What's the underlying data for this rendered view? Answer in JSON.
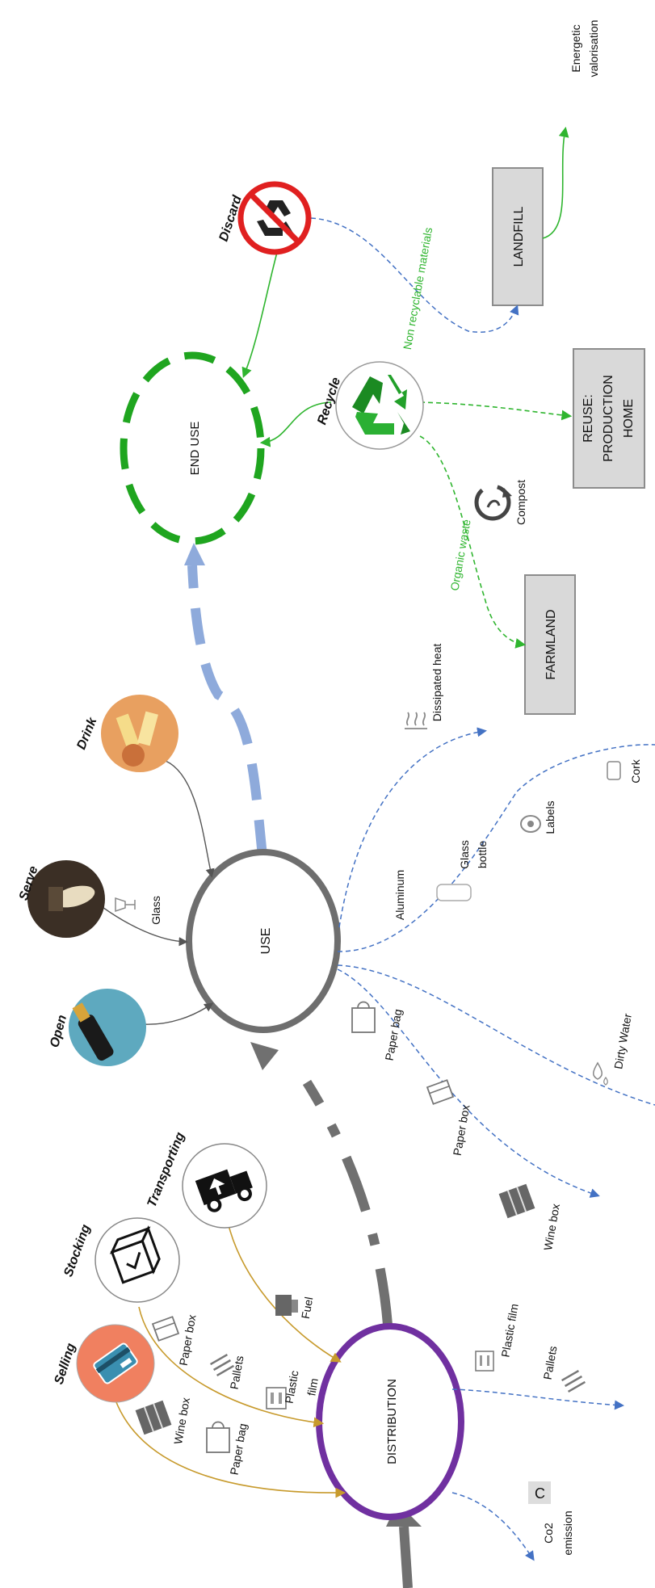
{
  "nodes": {
    "distribution": "DISTRIBUTION",
    "use": "USE",
    "end_use": "END USE",
    "landfill": "LANDFILL",
    "reuse_line1": "REUSE:",
    "reuse_line2": "PRODUCTION",
    "reuse_line3": "HOME",
    "farmland": "FARMLAND"
  },
  "actions": {
    "selling": "Selling",
    "stocking": "Stocking",
    "transporting": "Transporting",
    "open": "Open",
    "serve": "Serve",
    "drink": "Drink",
    "recycle": "Recycle",
    "discard": "Discard"
  },
  "inputs": {
    "wine_box": "Wine box",
    "paper_bag": "Paper bag",
    "paper_box": "Paper box",
    "pallets": "Pallets",
    "plastic": "Plastic",
    "film": "film",
    "fuel": "Fuel",
    "glass": "Glass"
  },
  "outputs": {
    "co2": "Co2",
    "emission": "emission",
    "plastic_film": "Plastic film",
    "pallets": "Pallets",
    "paper_bag": "Paper bag",
    "paper_box": "Paper box",
    "wine_box": "Wine box",
    "dirty_water": "Dirty Water",
    "aluminum": "Aluminum",
    "glass": "Glass",
    "bottle": "bottle",
    "labels": "Labels",
    "cork": "Cork",
    "dissipated_heat": "Dissipated heat",
    "organic_waste": "Organic waste",
    "compost": "Compost",
    "non_recyclable": "Non recyclable materials",
    "energetic": "Energetic",
    "valorisation": "valorisation"
  },
  "icons": {
    "recycle": "recycle-icon",
    "discard": "no-recycle-icon",
    "truck": "truck-icon",
    "box": "box-icon",
    "card": "credit-card-icon",
    "compost": "compost-icon"
  },
  "colors": {
    "distribution": "#7030a0",
    "use": "#6e6e6e",
    "end_use": "#1fa51f",
    "orange_flow": "#c79a2c",
    "blue_flow": "#4472c4",
    "green_flow": "#2fb52f",
    "big_blue": "#8eaadb",
    "discard_red": "#e02020"
  }
}
